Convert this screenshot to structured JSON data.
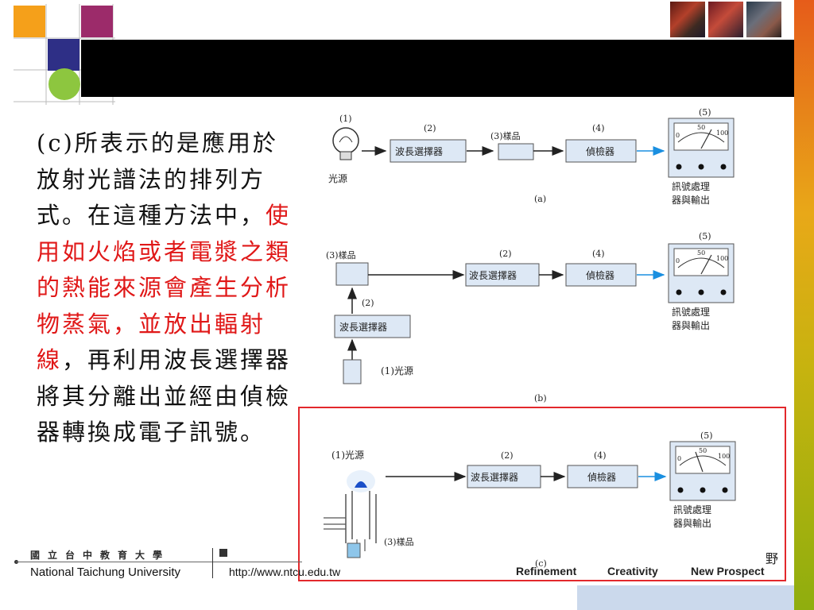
{
  "body": {
    "part1": "(c)所表示的是應用於放射光譜法的排列方式。在這種方法中，",
    "part_red": "使用如火焰或者電漿之類的熱能來源會產生分析物蒸氣，並放出輻射線",
    "part2": "，再利用波長選擇器將其分離出並經由偵檢器轉換成電子訊號。"
  },
  "figure": {
    "a": {
      "caption": "(a)",
      "light_num": "(1)",
      "light_label": "光源",
      "selector_num": "(2)",
      "selector": "波長選擇器",
      "sample_label": "(3)樣品",
      "detector_num": "(4)",
      "detector": "偵檢器",
      "output_num": "(5)",
      "output_l1": "訊號處理",
      "output_l2": "器與輸出"
    },
    "b": {
      "caption": "(b)",
      "sample_label": "(3)樣品",
      "selector_num_h": "(2)",
      "selector": "波長選擇器",
      "detector_num": "(4)",
      "detector": "偵檢器",
      "output_num": "(5)",
      "output_l1": "訊號處理",
      "output_l2": "器與輸出",
      "selector_num_v": "(2)",
      "light_label": "(1)光源"
    },
    "c": {
      "caption": "(c)",
      "light_label": "(1)光源",
      "sample_label": "(3)樣品",
      "selector_num": "(2)",
      "selector": "波長選擇器",
      "detector_num": "(4)",
      "detector": "偵檢器",
      "output_num": "(5)",
      "output_l1": "訊號處理",
      "output_l2": "器與輸出"
    },
    "meter": {
      "t0": "0",
      "t50": "50",
      "t100": "100"
    }
  },
  "footer": {
    "logo_cn": "國立台中教育大學",
    "university": "National Taichung University",
    "url": "http://www.ntcu.edu.tw",
    "slogan1": "Refinement",
    "slogan2": "Creativity",
    "slogan3": "New Prospect",
    "corner_char": "野"
  },
  "colors": {
    "accent_red": "#e01818",
    "arrow_blue": "#1a8fe0",
    "frame_red": "#e3282c"
  }
}
